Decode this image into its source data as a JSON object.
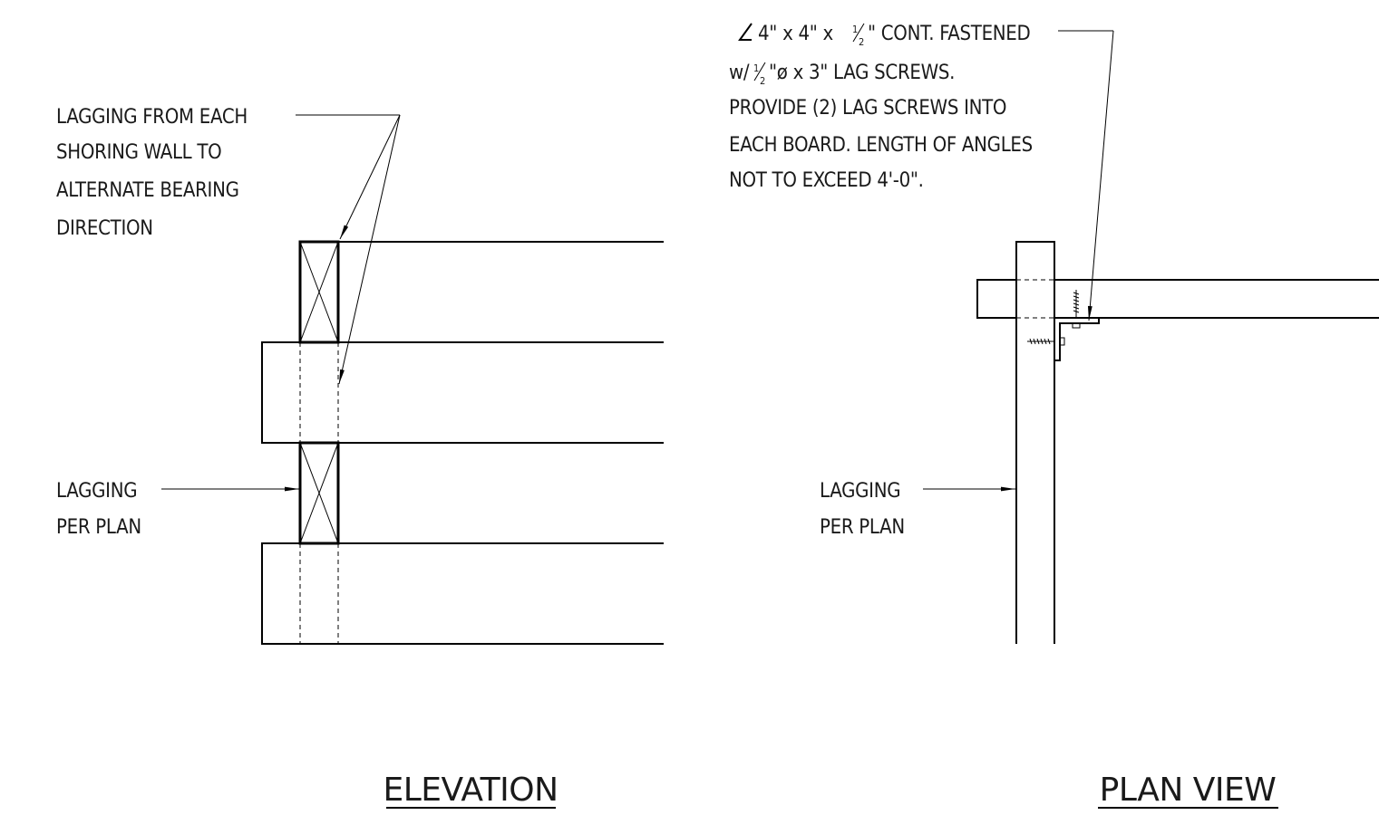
{
  "elevation": {
    "title": "ELEVATION",
    "note_bearing": [
      "LAGGING FROM EACH",
      "SHORING WALL TO",
      "ALTERNATE BEARING",
      "DIRECTION"
    ],
    "note_lagging": [
      "LAGGING",
      "PER PLAN"
    ]
  },
  "plan": {
    "title": "PLAN VIEW",
    "note_angle_line1": "4\" x 4\" x",
    "note_angle_line1_end": "\" CONT. FASTENED",
    "note_angle_line2_start": "w/",
    "note_angle_line2_end": "\"ø x 3\" LAG SCREWS.",
    "note_angle_rest": [
      "PROVIDE (2) LAG SCREWS INTO",
      "EACH BOARD.  LENGTH OF ANGLES",
      "NOT TO EXCEED 4'-0\"."
    ],
    "frac_num": "1",
    "frac_den": "2",
    "note_lagging": [
      "LAGGING",
      "PER PLAN"
    ]
  }
}
